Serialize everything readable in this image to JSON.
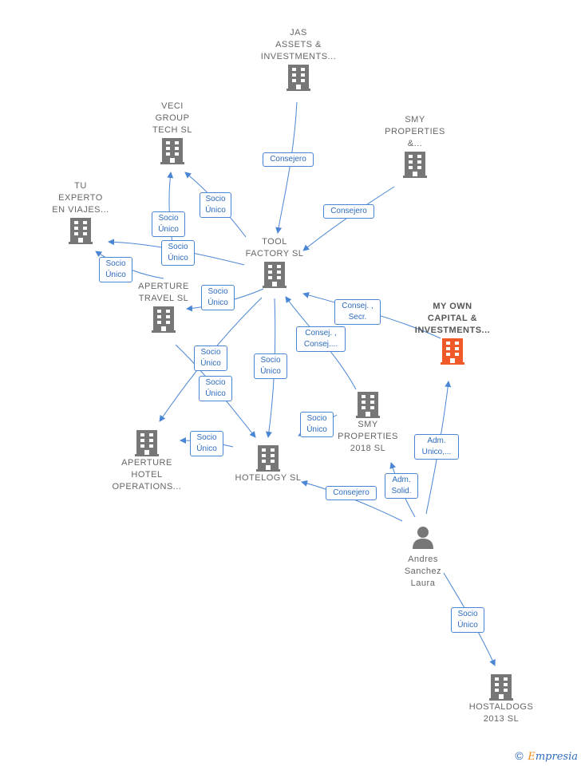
{
  "colors": {
    "edge": "#4a86d4",
    "node": "#777777",
    "highlight": "#f05a28"
  },
  "nodes": {
    "jas": "JAS\nASSETS &\nINVESTMENTS...",
    "veci": "VECI\nGROUP\nTECH  SL",
    "smy": "SMY\nPROPERTIES\n&...",
    "tu": "TU\nEXPERTO\nEN VIAJES...",
    "tool": "TOOL\nFACTORY SL",
    "aperture_travel": "APERTURE\nTRAVEL  SL",
    "myown": "MY OWN\nCAPITAL &\nINVESTMENTS...",
    "smy2018": "SMY\nPROPERTIES\n2018  SL",
    "aperture_hotel": "APERTURE\nHOTEL\nOPERATIONS...",
    "hotelogy": "HOTELOGY  SL",
    "andres": "Andres\nSanchez\nLaura",
    "hostaldogs": "HOSTALDOGS\n2013  SL"
  },
  "edge_labels": {
    "jas_tool": "Consejero",
    "smy_tool": "Consejero",
    "tool_veci_a": "Socio\nÚnico",
    "tool_veci_b": "Socio\nÚnico",
    "tool_tu_a": "Socio\nÚnico",
    "tool_tu_b": "Socio\nÚnico",
    "tool_travel": "Socio\nÚnico",
    "myown_tool": "Consej. ,\nSecr.",
    "smy2018_tool": "Consej. ,\nConsej....",
    "tool_hotel_ops": "Socio\nÚnico",
    "tool_hotelogy_a": "Socio\nÚnico",
    "tool_hotelogy_b": "Socio\nÚnico",
    "hotelogy_hotel_ops": "Socio\nÚnico",
    "smy2018_hotelogy": "Socio\nÚnico",
    "andres_hotelogy": "Consejero",
    "andres_smy2018": "Adm.\nSolid.",
    "andres_myown": "Adm.\nUnico,...",
    "andres_hostaldogs": "Socio\nÚnico"
  },
  "footer": {
    "copyright": "©",
    "brand_e": "E",
    "brand_rest": "mpresia"
  }
}
